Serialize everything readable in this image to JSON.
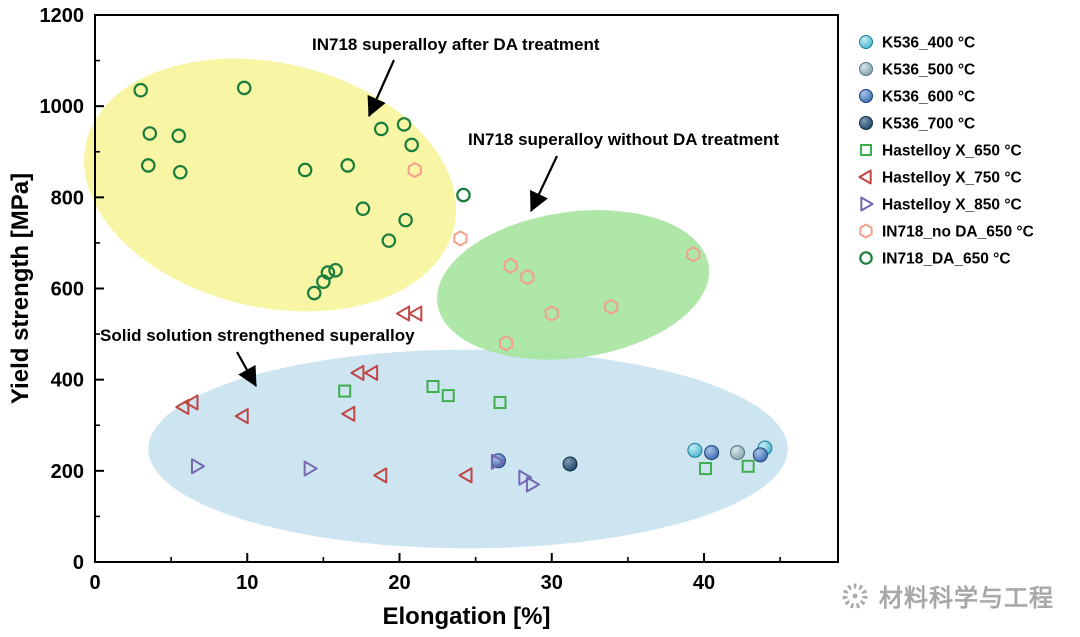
{
  "figure": {
    "background": "#ffffff"
  },
  "watermark": {
    "text": "材料科学与工程"
  },
  "chart_data": {
    "type": "scatter",
    "title": "",
    "xlabel": "Elongation [%]",
    "ylabel": "Yield strength [MPa]",
    "xlim": [
      0,
      48.8
    ],
    "ylim": [
      0,
      1200
    ],
    "xticks": [
      0,
      10,
      20,
      30,
      40
    ],
    "xminor": [
      5,
      15,
      25,
      35,
      45
    ],
    "yticks": [
      0,
      200,
      400,
      600,
      800,
      1000,
      1200
    ],
    "yminor": [
      100,
      300,
      500,
      700,
      900,
      1100
    ],
    "grid": false,
    "legend_position": "right-outside",
    "series": [
      {
        "name": "K536_400 °C",
        "marker": "sphere",
        "color": "#1f7f98",
        "fill": "#45b5cf",
        "fill_light": "#c6ecf4",
        "points": [
          [
            39.4,
            245
          ],
          [
            44.0,
            250
          ]
        ]
      },
      {
        "name": "K536_500 °C",
        "marker": "sphere",
        "color": "#55747b",
        "fill": "#7fa3ab",
        "fill_light": "#d8e6e9",
        "points": [
          [
            42.2,
            240
          ]
        ]
      },
      {
        "name": "K536_600 °C",
        "marker": "sphere",
        "color": "#1e4077",
        "fill": "#3a6ab0",
        "fill_light": "#a9c4e8",
        "points": [
          [
            26.5,
            222
          ],
          [
            40.5,
            240
          ],
          [
            43.7,
            235
          ]
        ]
      },
      {
        "name": "K536_700 °C",
        "marker": "sphere",
        "color": "#122c45",
        "fill": "#1f4466",
        "fill_light": "#7e9cb4",
        "points": [
          [
            31.2,
            215
          ]
        ]
      },
      {
        "name": "Hastelloy X_650 °C",
        "marker": "square-open",
        "color": "#3fae4c",
        "points": [
          [
            16.4,
            375
          ],
          [
            22.2,
            385
          ],
          [
            23.2,
            365
          ],
          [
            26.6,
            350
          ],
          [
            40.1,
            205
          ],
          [
            42.9,
            210
          ]
        ]
      },
      {
        "name": "Hastelloy X_750 °C",
        "marker": "triangle-left-open",
        "color": "#c04543",
        "points": [
          [
            5.8,
            340
          ],
          [
            6.4,
            350
          ],
          [
            9.7,
            320
          ],
          [
            16.7,
            325
          ],
          [
            17.3,
            415
          ],
          [
            18.2,
            415
          ],
          [
            20.3,
            545
          ],
          [
            21.1,
            545
          ],
          [
            18.8,
            190
          ],
          [
            24.4,
            190
          ]
        ]
      },
      {
        "name": "Hastelloy X_850 °C",
        "marker": "triangle-right-open",
        "color": "#7668b2",
        "points": [
          [
            6.7,
            210
          ],
          [
            14.1,
            205
          ],
          [
            26.4,
            220
          ],
          [
            28.2,
            185
          ],
          [
            28.7,
            170
          ]
        ]
      },
      {
        "name": "IN718_no DA_650 °C",
        "marker": "hexagon-open",
        "color": "#f2a08c",
        "points": [
          [
            21.0,
            860
          ],
          [
            24.0,
            710
          ],
          [
            27.3,
            650
          ],
          [
            28.4,
            625
          ],
          [
            30.0,
            545
          ],
          [
            33.9,
            560
          ],
          [
            27.0,
            480
          ],
          [
            39.3,
            675
          ]
        ]
      },
      {
        "name": "IN718_DA_650 °C",
        "marker": "circle-open",
        "color": "#1a7d3b",
        "points": [
          [
            3.0,
            1035
          ],
          [
            3.6,
            940
          ],
          [
            5.5,
            935
          ],
          [
            3.5,
            870
          ],
          [
            5.6,
            855
          ],
          [
            9.8,
            1040
          ],
          [
            13.8,
            860
          ],
          [
            16.6,
            870
          ],
          [
            17.6,
            775
          ],
          [
            18.8,
            950
          ],
          [
            20.3,
            960
          ],
          [
            20.8,
            915
          ],
          [
            19.3,
            705
          ],
          [
            20.4,
            750
          ],
          [
            14.4,
            590
          ],
          [
            15.0,
            615
          ],
          [
            15.3,
            635
          ],
          [
            15.8,
            640
          ],
          [
            24.2,
            805
          ]
        ]
      }
    ],
    "regions": [
      {
        "name": "solid-solution-strengthened",
        "color": "#c8e1f0",
        "opacity": 0.9,
        "cx": 24.5,
        "cy": 248,
        "rx": 21.0,
        "ry": 218,
        "rot": 0
      },
      {
        "name": "in718-after-da",
        "color": "#f7f49b",
        "opacity": 0.9,
        "cx": 11.5,
        "cy": 827,
        "rx": 12.4,
        "ry": 268,
        "rot": 13
      },
      {
        "name": "in718-without-da",
        "color": "#a5e49f",
        "opacity": 0.9,
        "cx": 31.4,
        "cy": 608,
        "rx": 9.0,
        "ry": 160,
        "rot": -8
      }
    ],
    "annotations": [
      {
        "text": "IN718 superalloy after DA treatment",
        "tx": 312,
        "ty": 50,
        "x1": 394,
        "y1": 60,
        "x2": 369,
        "y2": 116
      },
      {
        "text": "IN718 superalloy without DA treatment",
        "tx": 468,
        "ty": 145,
        "x1": 557,
        "y1": 156,
        "x2": 531,
        "y2": 211
      },
      {
        "text": "Solid solution strengthened superalloy",
        "tx": 100,
        "ty": 341,
        "x1": 237,
        "y1": 352,
        "x2": 256,
        "y2": 386
      }
    ]
  }
}
